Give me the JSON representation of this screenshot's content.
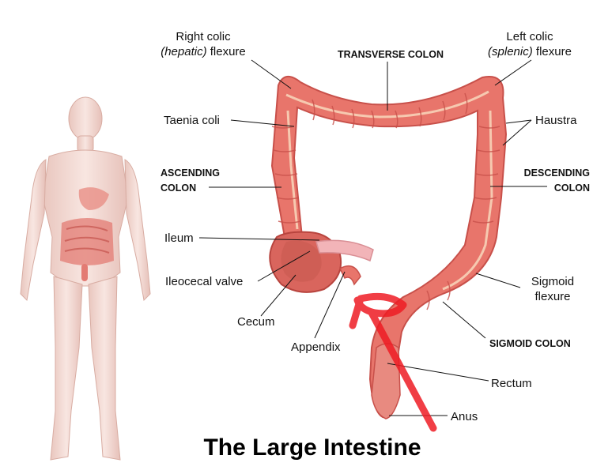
{
  "title": "The Large Intestine",
  "labels": {
    "right_colic_line1": "Right colic",
    "right_colic_italic": "(hepatic)",
    "right_colic_rest": " flexure",
    "transverse_colon": "TRANSVERSE COLON",
    "left_colic_line1": "Left colic",
    "left_colic_italic": "(splenic)",
    "left_colic_rest": " flexure",
    "taenia_coli": "Taenia coli",
    "haustra": "Haustra",
    "ascending_line1": "ASCENDING",
    "ascending_line2": "COLON",
    "descending_line1": "DESCENDING",
    "descending_line2": "COLON",
    "ileum": "Ileum",
    "ileocecal_valve": "Ileocecal valve",
    "cecum": "Cecum",
    "appendix": "Appendix",
    "sigmoid_flexure_line1": "Sigmoid",
    "sigmoid_flexure_line2": "flexure",
    "sigmoid_colon": "SIGMOID COLON",
    "rectum": "Rectum",
    "anus": "Anus"
  },
  "colors": {
    "colon_fill": "#e8756b",
    "colon_dark": "#c8504a",
    "colon_light": "#f3a89f",
    "taenia": "#f6c9b0",
    "body_fill": "#f4dcd6",
    "annotation_red": "#ee1c24"
  }
}
